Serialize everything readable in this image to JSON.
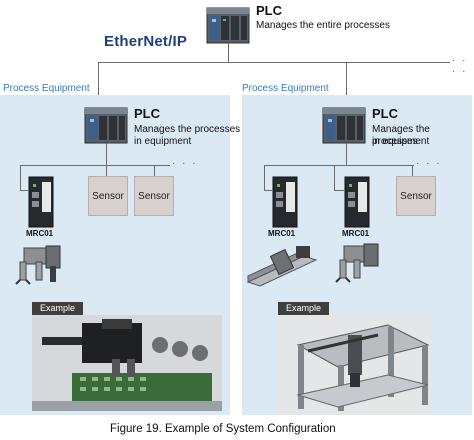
{
  "top_plc": {
    "title": "PLC",
    "description": "Manages the entire processes"
  },
  "network_label": "EtherNet/IP",
  "ellipsis": "· · · ·",
  "panels": [
    {
      "title": "Process Equipment",
      "plc_title": "PLC",
      "plc_desc_line1": "Manages the processes",
      "plc_desc_line2": "in equipment",
      "ellipsis": "· · ·",
      "mrc_labels": [
        "MRC01"
      ],
      "sensors": [
        "Sensor",
        "Sensor"
      ],
      "example_label": "Example"
    },
    {
      "title": "Process Equipment",
      "plc_title": "PLC",
      "plc_desc_line1": "Manages the processes",
      "plc_desc_line2": "in equipment",
      "ellipsis": "· · ·",
      "mrc_labels": [
        "MRC01",
        "MRC01"
      ],
      "sensors": [
        "Sensor"
      ],
      "example_label": "Example"
    }
  ],
  "caption": "Figure 19.  Example of System Configuration",
  "colors": {
    "panel": "#dbe9f5",
    "panel_title": "#3a7bbf",
    "network_label": "#1f3f80",
    "sensor": "#d7d0cd"
  }
}
